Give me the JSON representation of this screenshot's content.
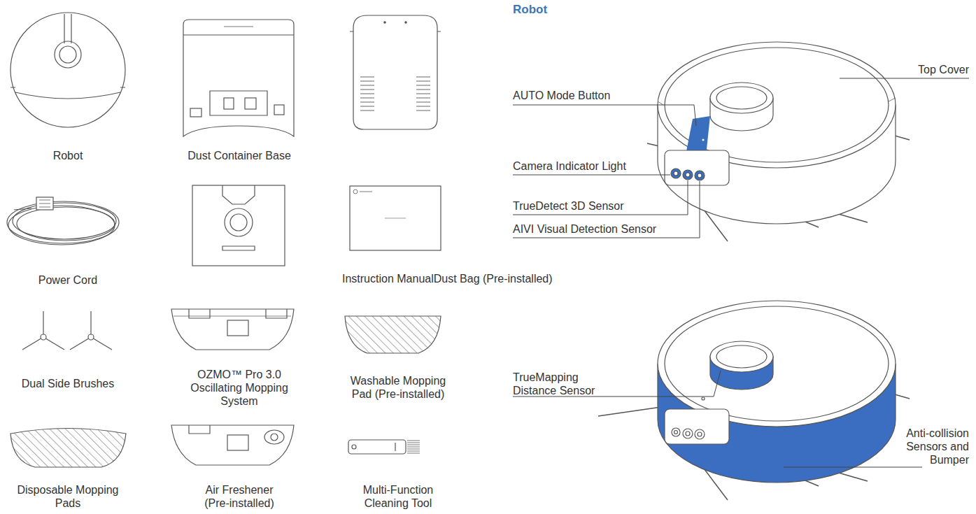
{
  "diagram": {
    "title": "Robot",
    "labels": [
      "Robot",
      "Dust Container Base",
      "Power Cord",
      "Instruction ManualDust Bag (Pre-installed)",
      "Dual Side Brushes",
      "OZMO™ Pro 3.0 Oscillating Mopping System",
      "Washable Mopping Pad (Pre-installed)",
      "Disposable Mopping Pads",
      "Air Freshener (Pre-installed)",
      "Multi-Function Cleaning Tool",
      "Top Cover",
      "AUTO Mode Button",
      "Camera Indicator Light",
      "TrueDetect 3D Sensor",
      "AIVI Visual Detection Sensor",
      "TrueMapping Distance Sensor",
      "Anti-collision Sensors and Bumper"
    ]
  }
}
